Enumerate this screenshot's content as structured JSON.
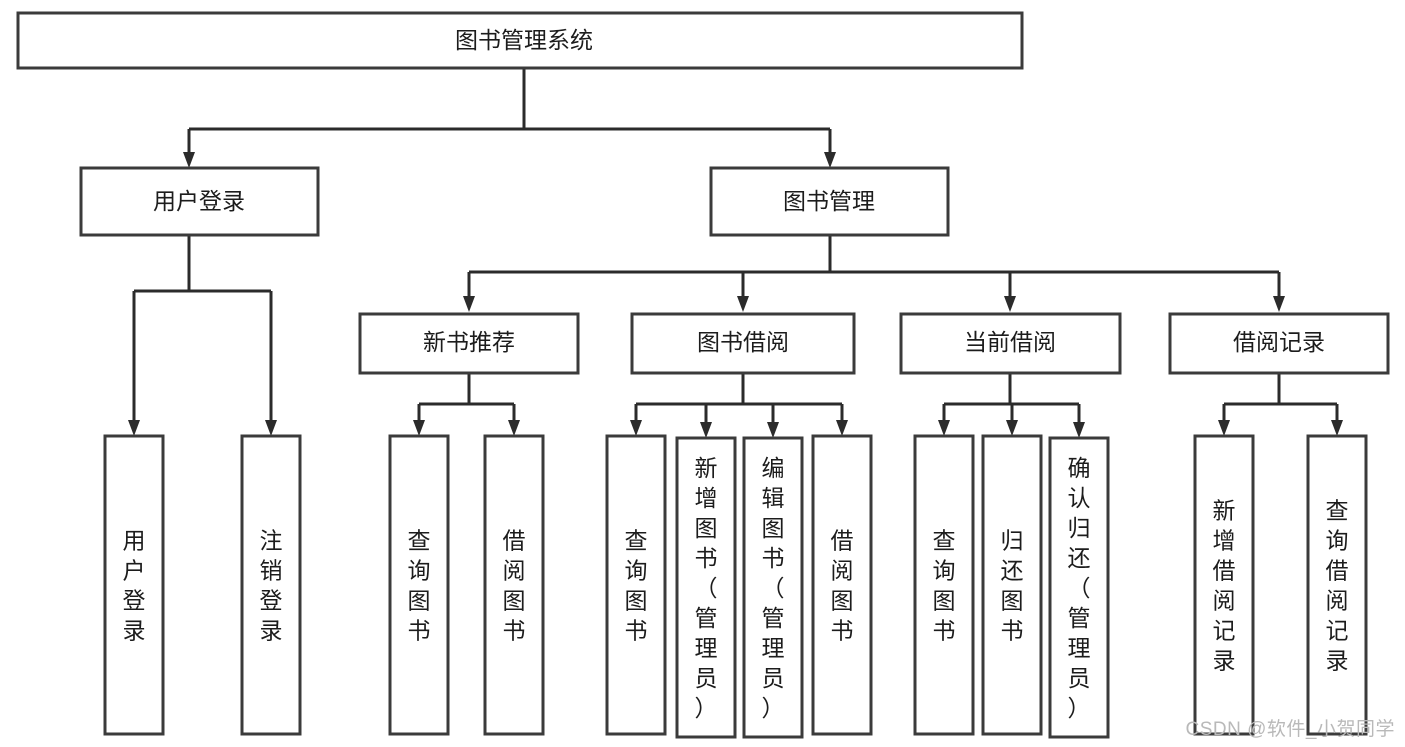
{
  "diagram": {
    "title": "图书管理系统",
    "type": "tree-hierarchy-chart",
    "watermark": "CSDN @软件_小贺同学",
    "colors": {
      "box_stroke": "#3b3b3b",
      "box_fill": "#ffffff",
      "connector": "#2b2b2b",
      "text": "#1c1c1c",
      "watermark": "#b9b9b9",
      "background": "#ffffff"
    },
    "root": {
      "label": "图书管理系统",
      "orientation": "horizontal"
    },
    "level2": [
      {
        "label": "用户登录",
        "orientation": "horizontal"
      },
      {
        "label": "图书管理",
        "orientation": "horizontal"
      }
    ],
    "level3": [
      {
        "label": "新书推荐",
        "orientation": "horizontal"
      },
      {
        "label": "图书借阅",
        "orientation": "horizontal"
      },
      {
        "label": "当前借阅",
        "orientation": "horizontal"
      },
      {
        "label": "借阅记录",
        "orientation": "horizontal"
      }
    ],
    "leaves": {
      "user_login": [
        {
          "label": "用户登录",
          "orientation": "vertical"
        },
        {
          "label": "注销登录",
          "orientation": "vertical"
        }
      ],
      "new_book_recommend": [
        {
          "label": "查询图书",
          "orientation": "vertical"
        },
        {
          "label": "借阅图书",
          "orientation": "vertical"
        }
      ],
      "book_borrow": [
        {
          "label": "查询图书",
          "orientation": "vertical"
        },
        {
          "label": "新增图书（管理员）",
          "orientation": "vertical"
        },
        {
          "label": "编辑图书（管理员）",
          "orientation": "vertical"
        },
        {
          "label": "借阅图书",
          "orientation": "vertical"
        }
      ],
      "current_borrow": [
        {
          "label": "查询图书",
          "orientation": "vertical"
        },
        {
          "label": "归还图书",
          "orientation": "vertical"
        },
        {
          "label": "确认归还（管理员）",
          "orientation": "vertical"
        }
      ],
      "borrow_record": [
        {
          "label": "新增借阅记录",
          "orientation": "vertical"
        },
        {
          "label": "查询借阅记录",
          "orientation": "vertical"
        }
      ]
    }
  }
}
